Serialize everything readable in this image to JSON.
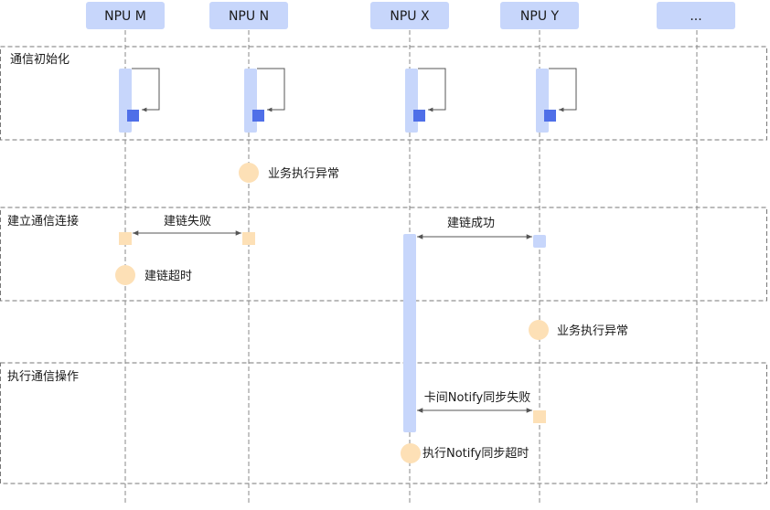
{
  "participants": [
    {
      "label": "NPU M"
    },
    {
      "label": "NPU N"
    },
    {
      "label": "NPU X"
    },
    {
      "label": "NPU Y"
    },
    {
      "label": "..."
    }
  ],
  "sections": [
    {
      "label": "通信初始化"
    },
    {
      "label": "建立通信连接"
    },
    {
      "label": "执行通信操作"
    }
  ],
  "events": {
    "n_exception": "业务执行异常",
    "link_fail": "建链失败",
    "link_success": "建链成功",
    "link_timeout": "建链超时",
    "y_exception": "业务执行异常",
    "notify_sync_fail": "卡间Notify同步失败",
    "notify_sync_timeout": "执行Notify同步超时"
  },
  "colors": {
    "header_fill": "#c7d6fb",
    "activation_fill": "#c7d6fb",
    "self_call_marker": "#4f6fe8",
    "event_circle": "#fde0b6",
    "fail_square": "#fde0b6",
    "success_square": "#c7d6fb",
    "dashed_line": "#777777"
  }
}
